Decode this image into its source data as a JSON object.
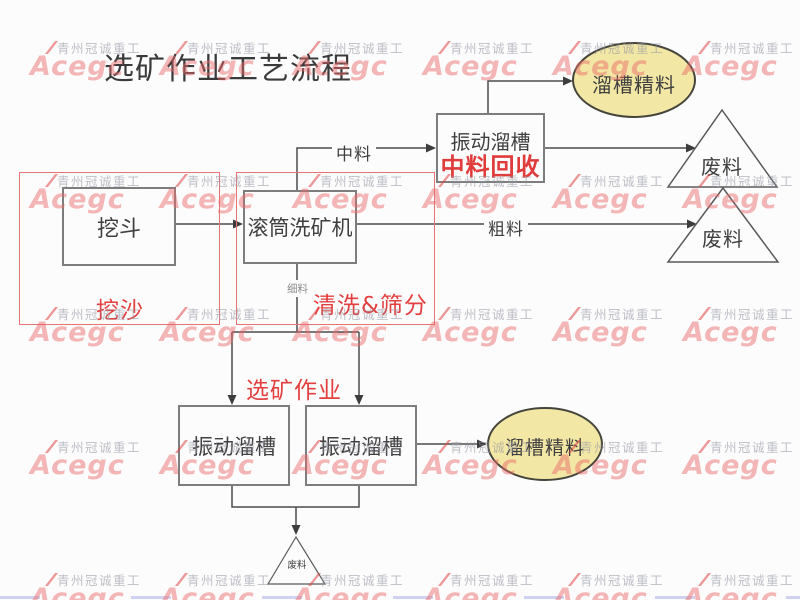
{
  "title": "选矿作业工艺流程",
  "nodes": {
    "bucket": {
      "label": "挖斗"
    },
    "washer": {
      "label": "滚筒洗矿机"
    },
    "chute_recycle": {
      "label": "振动溜槽",
      "sublabel": "中料回收"
    },
    "chute_left": {
      "label": "振动溜槽"
    },
    "chute_right": {
      "label": "振动溜槽"
    },
    "concentrate_top": {
      "label": "溜槽精料"
    },
    "concentrate_bottom": {
      "label": "溜槽精料"
    },
    "waste_top": {
      "label": "废料"
    },
    "waste_mid": {
      "label": "废料"
    },
    "waste_bottom": {
      "label": "废料"
    }
  },
  "edge_labels": {
    "middle": "中料",
    "coarse": "粗料",
    "fine": "细料"
  },
  "regions": {
    "digging": "挖沙",
    "washing": "清洗&筛分",
    "processing": "选矿作业"
  },
  "watermark": {
    "company": "青州冠诚重工",
    "brand": "Acegc"
  },
  "colors": {
    "accent_red": "#e33f3f",
    "region_border": "#e57373",
    "node_border": "#7d7d7d",
    "line": "#4d4d4d",
    "ellipse_fill": "#f3e7a5",
    "watermark_pink": "#eb6969",
    "background": "#fcfcfc"
  }
}
